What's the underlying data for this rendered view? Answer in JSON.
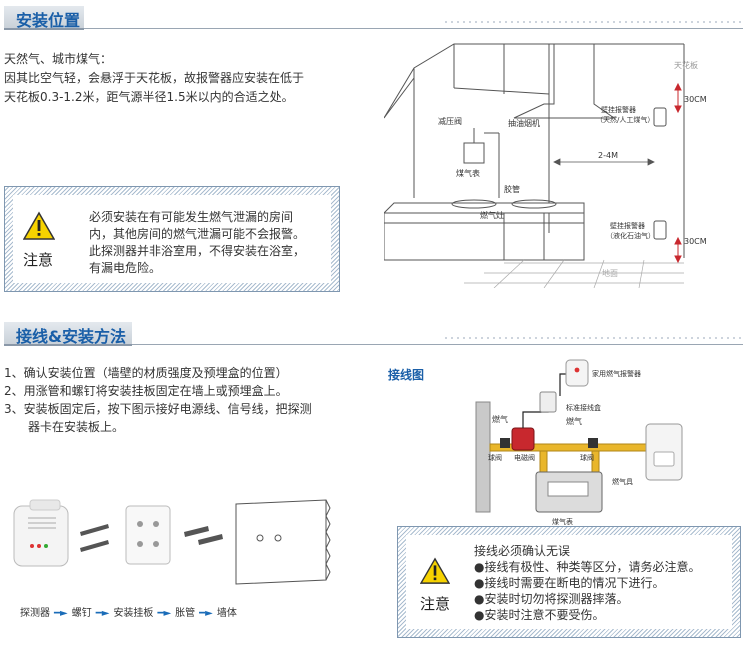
{
  "section1": {
    "title": "安装位置",
    "para_lines": [
      "天然气、城市煤气：",
      "因其比空气轻，会悬浮于天花板，故报警器应安装在低于",
      "天花板0.3-1.2米，距气源半径1.5米以内的合适之处。"
    ],
    "notice": {
      "label": "注意",
      "lines": [
        "必须安装在有可能发生燃气泄漏的房间",
        "内，其他房间的燃气泄漏可能不会报警。",
        "此探测器并非浴室用，不得安装在浴室，",
        "有漏电危险。"
      ]
    }
  },
  "kitchen": {
    "ceiling": "天花板",
    "top_alarm": "壁挂报警器",
    "top_alarm_note": "（天然/人工煤气）",
    "top_dist": "30CM",
    "hood": "抽油烟机",
    "valve": "减压阀",
    "meter": "煤气表",
    "hose": "胶管",
    "stove": "燃气灶",
    "mid_dist": "2-4M",
    "bottom_alarm": "壁挂报警器",
    "bottom_alarm_note": "（液化石油气）",
    "bottom_dist": "30CM",
    "floor": "地面"
  },
  "section2": {
    "title": "接线&安装方法",
    "steps": [
      "1、确认安装位置（墙壁的材质强度及预埋盒的位置）",
      "2、用涨管和螺钉将安装挂板固定在墙上或预埋盒上。",
      "3、安装板固定后，按下图示接好电源线、信号线，把探测",
      "   器卡在安装板上。"
    ],
    "flow": [
      "探测器",
      "螺钉",
      "安装挂板",
      "胀管",
      "墙体"
    ]
  },
  "wiring": {
    "title": "接线图",
    "alarm": "家用燃气报警器",
    "box": "标准接线盒",
    "gas_left": "燃气",
    "gas_right": "燃气",
    "ball_valve_left": "球阀",
    "solenoid": "电磁阀",
    "ball_valve_right": "球阀",
    "appliance": "燃气具",
    "meter": "煤气表",
    "notice": {
      "label": "注意",
      "title": "接线必须确认无误",
      "items": [
        "●接线有极性、种类等区分，请务必注意。",
        "●接线时需要在断电的情况下进行。",
        "●安装时切勿将探测器摔落。",
        "●安装时注意不要受伤。"
      ]
    }
  },
  "colors": {
    "title_blue": "#1a5fa8",
    "arrow_blue": "#1a6cb8",
    "dim_red": "#c8282e",
    "warn_yellow": "#f6d200",
    "pipe_yellow": "#e9b62b"
  }
}
